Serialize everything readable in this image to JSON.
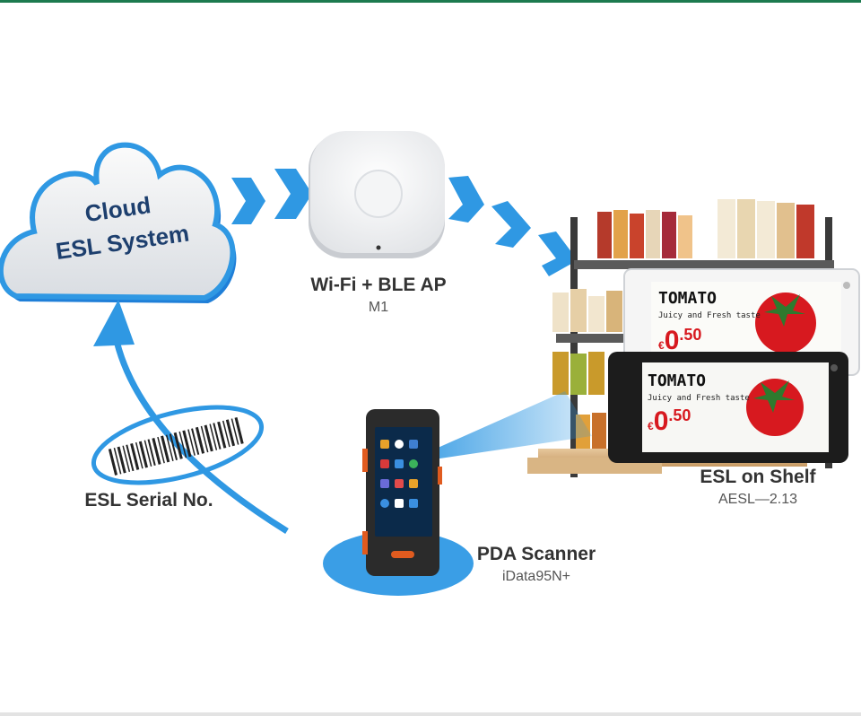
{
  "cloud": {
    "line1": "Cloud",
    "line2": "ESL System"
  },
  "access_point": {
    "title": "Wi-Fi + BLE AP",
    "model": "M1"
  },
  "shelf": {
    "title": "ESL on Shelf",
    "model": "AESL—2.13"
  },
  "serial": {
    "label": "ESL Serial No."
  },
  "pda": {
    "title": "PDA Scanner",
    "model": "iData95N+"
  },
  "price_tag": {
    "product": "TOMATO",
    "tagline": "Juicy and Fresh taste",
    "currency": "€",
    "price_int": "0",
    "price_dec": ".50"
  },
  "colors": {
    "accent_blue": "#2f98e3",
    "cloud_blue": "#1f7fd8",
    "cloud_text": "#1d3f6e",
    "price_red": "#d7191f"
  }
}
